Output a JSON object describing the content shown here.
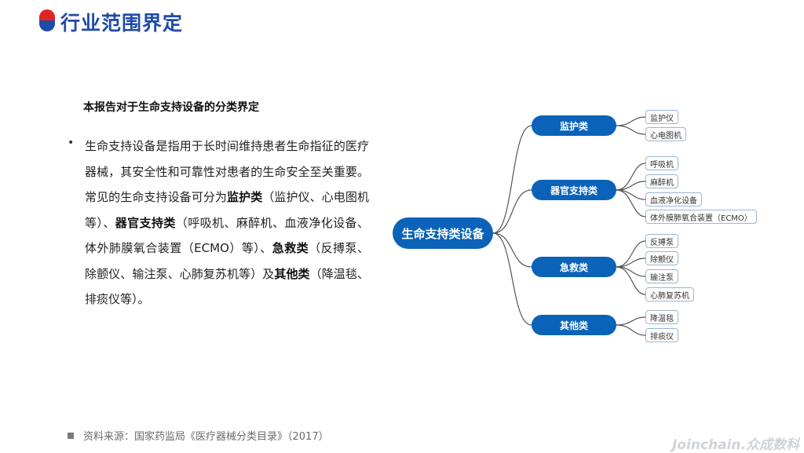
{
  "header": {
    "title": "行业范围界定"
  },
  "content": {
    "subtitle": "本报告对于生命支持设备的分类界定",
    "bullet": "•",
    "p1": "生命支持设备是指用于长时间维持患者生命指征的医疗器械，其安全性和可靠性对患者的生命安全至关重要。常见的生命支持设备可分为",
    "c1": "监护类",
    "p2": "（监护仪、心电图机等）、",
    "c2": "器官支持类",
    "p3": "（呼吸机、麻醉机、血液净化设备、体外肺膜氧合装置（ECMO）等）、",
    "c3": "急救类",
    "p4": "（反搏泵、除颤仪、输注泵、心肺复苏机等）及",
    "c4": "其他类",
    "p5": "（降温毯、排痰仪等）。"
  },
  "mindmap": {
    "root": "生命支持类设备",
    "categories": [
      {
        "label": "监护类",
        "items": [
          "监护仪",
          "心电图机"
        ]
      },
      {
        "label": "器官支持类",
        "items": [
          "呼吸机",
          "麻醉机",
          "血液净化设备",
          "体外膜肺氧合装置（ECMO）"
        ]
      },
      {
        "label": "急救类",
        "items": [
          "反搏泵",
          "除颤仪",
          "输注泵",
          "心肺复苏机"
        ]
      },
      {
        "label": "其他类",
        "items": [
          "降温毯",
          "排痰仪"
        ]
      }
    ],
    "colors": {
      "node": "#0a63b8",
      "leaf_border": "#9bb5d6",
      "link": "#555555"
    }
  },
  "footer": {
    "source": "资料来源：国家药监局《医疗器械分类目录》（2017）",
    "watermark": "Joinchain.众成数科"
  }
}
